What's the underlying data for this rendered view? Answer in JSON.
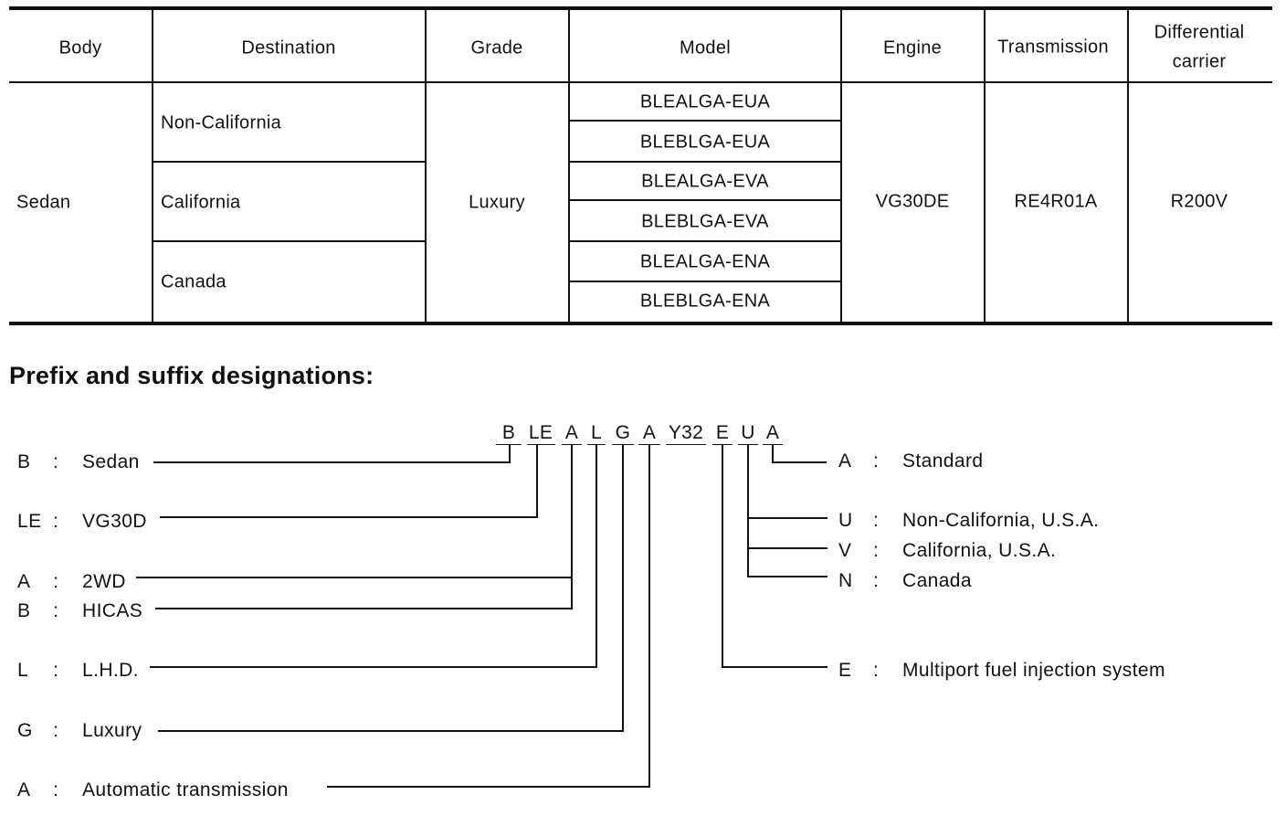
{
  "table": {
    "headers": [
      "Body",
      "Destination",
      "Grade",
      "Model",
      "Engine",
      "Transmission",
      "Differential carrier"
    ],
    "header_differential_line1": "Differential",
    "header_differential_line2": "carrier",
    "body": "Sedan",
    "destinations": [
      "Non-California",
      "California",
      "Canada"
    ],
    "grade": "Luxury",
    "models": [
      "BLEALGA-EUA",
      "BLEBLGA-EUA",
      "BLEALGA-EVA",
      "BLEBLGA-EVA",
      "BLEALGA-ENA",
      "BLEBLGA-ENA"
    ],
    "engine": "VG30DE",
    "transmission": "RE4R01A",
    "differential": "R200V"
  },
  "section_title": "Prefix and suffix designations:",
  "code_parts": [
    "B",
    "LE",
    "A",
    "L",
    "G",
    "A",
    "Y32",
    "E",
    "U",
    "A"
  ],
  "left_legend": [
    {
      "code": "B",
      "sep": ":",
      "desc": "Sedan"
    },
    {
      "code": "LE",
      "sep": ":",
      "desc": "VG30D"
    },
    {
      "code": "A",
      "sep": ":",
      "desc": "2WD"
    },
    {
      "code": "B",
      "sep": ":",
      "desc": "HICAS"
    },
    {
      "code": "L",
      "sep": ":",
      "desc": "L.H.D."
    },
    {
      "code": "G",
      "sep": ":",
      "desc": "Luxury"
    },
    {
      "code": "A",
      "sep": ":",
      "desc": "Automatic transmission"
    }
  ],
  "right_legend": [
    {
      "code": "A",
      "sep": ":",
      "desc": "Standard"
    },
    {
      "code": "U",
      "sep": ":",
      "desc": "Non-California, U.S.A."
    },
    {
      "code": "V",
      "sep": ":",
      "desc": "California, U.S.A."
    },
    {
      "code": "N",
      "sep": ":",
      "desc": "Canada"
    },
    {
      "code": "E",
      "sep": ":",
      "desc": "Multiport fuel injection system"
    }
  ]
}
